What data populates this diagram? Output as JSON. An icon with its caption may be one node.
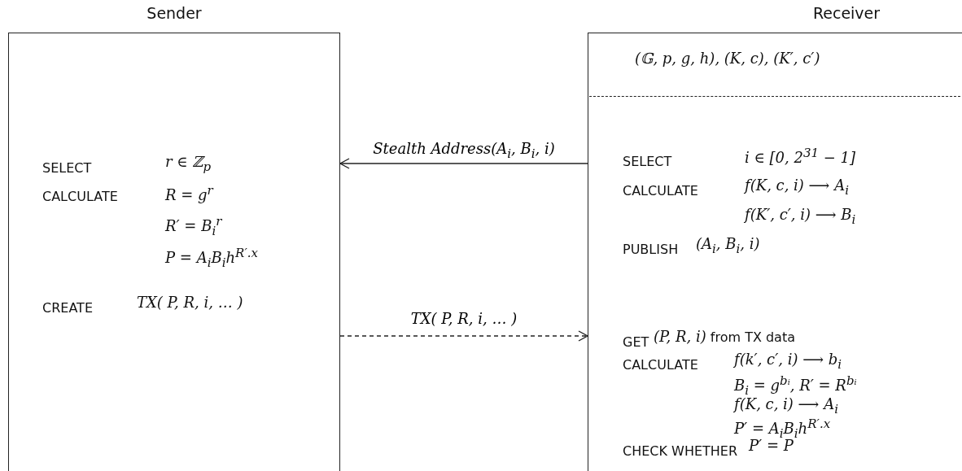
{
  "diagram": {
    "nodes": [
      {
        "text": [
          "Sender",
          "SELECT",
          "r ∈ ℤ$_{p}$",
          "CALCULATE",
          "R = g$^{r}$",
          "R′ = B$_{i}$$^{r}$",
          "P = A$_{i}$B$_{i}$h$^{R′.x}$",
          "CREATE",
          "TX( P, R, i, … )"
        ]
      },
      {
        "text": [
          "Receiver",
          "(𝔾, p, g, h), (K, c), (K′, c′)",
          "SELECT",
          "i ∈ [0, 2$^{31}$ − 1]",
          "CALCULATE",
          "f(K, c, i) ⟶ A$_{i}$",
          "f(K′, c′, i) ⟶ B$_{i}$",
          "PUBLISH",
          "(A$_{i}$, B$_{i}$, i)",
          "GET",
          "*(P, R, i)* from TX data",
          "CALCULATE",
          "f(k′, c′, i) ⟶ b$_{i}$",
          "B$_{i}$ = g$^{bᵢ}$,  R′ = R$^{bᵢ}$",
          "f(K, c, i) ⟶ A$_{i}$",
          "P′ = A$_{i}$B$_{i}$h$^{R′.x}$",
          "CHECK WHETHER",
          "P′ = P"
        ]
      }
    ],
    "edges": [
      {
        "from": 1,
        "to": 0,
        "arrow": "to",
        "label": "Stealth Address(A$_{i}$, B$_{i}$, i)"
      },
      {
        "from": 0,
        "to": 1,
        "arrow": "to",
        "style": "dashed",
        "label": "TX( P, R, i, … )"
      }
    ]
  }
}
